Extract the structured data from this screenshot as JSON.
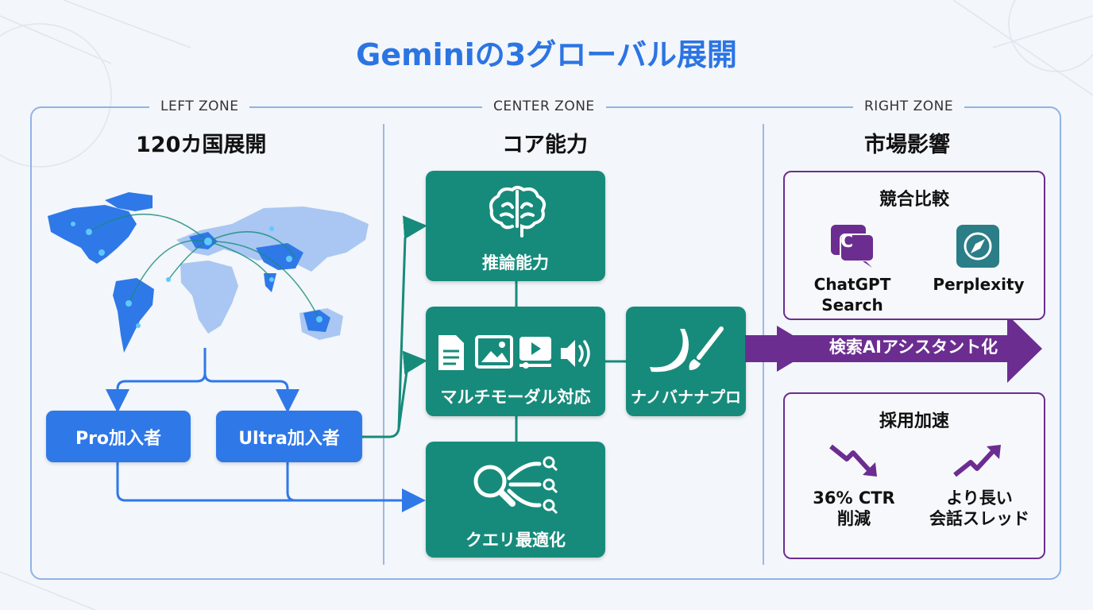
{
  "title": "Geminiの3グローバル展開",
  "zones": {
    "left": {
      "label": "LEFT ZONE",
      "title": "120カ国展開"
    },
    "center": {
      "label": "CENTER ZONE",
      "title": "コア能力"
    },
    "right": {
      "label": "RIGHT ZONE",
      "title": "市場影響"
    }
  },
  "left": {
    "pro_button": "Pro加入者",
    "ultra_button": "Ultra加入者"
  },
  "center": {
    "reasoning": "推論能力",
    "multimodal": "マルチモーダル対応",
    "query": "クエリ最適化",
    "nano": "ナノバナナプロ"
  },
  "right": {
    "arrow_label": "検索AIアシスタント化",
    "competition": {
      "title": "競合比較",
      "chatgpt": [
        "ChatGPT",
        "Search"
      ],
      "perplexity": "Perplexity"
    },
    "adoption": {
      "title": "採用加速",
      "ctr": [
        "36% CTR",
        "削減"
      ],
      "threads": [
        "より長い",
        "会話スレッド"
      ]
    }
  },
  "colors": {
    "blue": "#2f78e8",
    "teal": "#178b7b",
    "purple": "#6c2d91",
    "title": "#2b74e4"
  }
}
